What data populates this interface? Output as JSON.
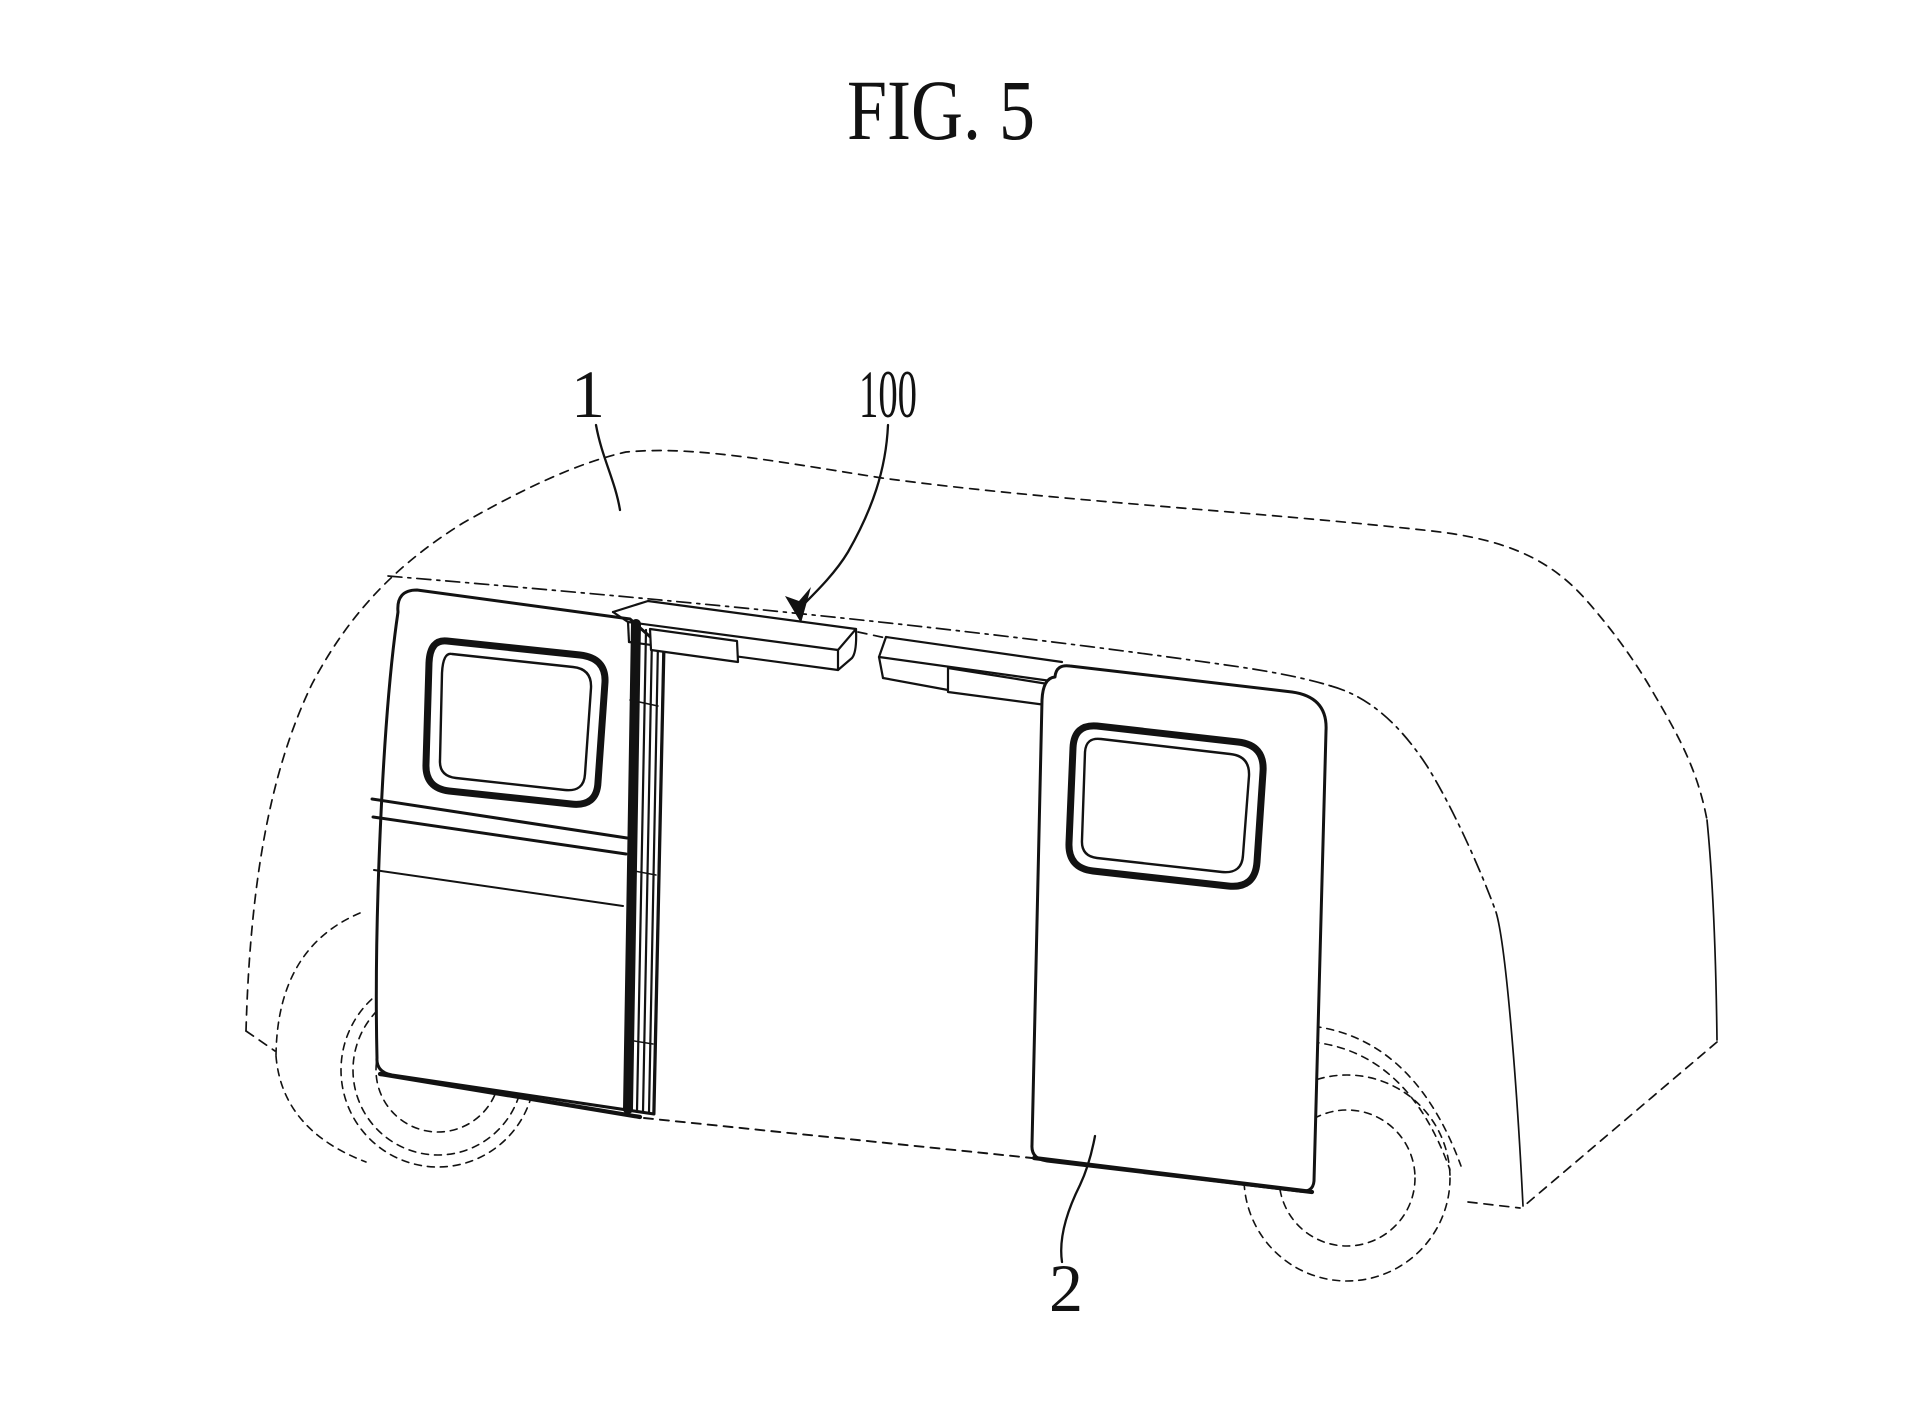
{
  "figure": {
    "title": "FIG. 5",
    "reference_labels": [
      {
        "text": "1"
      },
      {
        "text": "100"
      },
      {
        "text": "2"
      }
    ]
  },
  "colors": {
    "ink": "#121212",
    "paper": "#ffffff"
  }
}
